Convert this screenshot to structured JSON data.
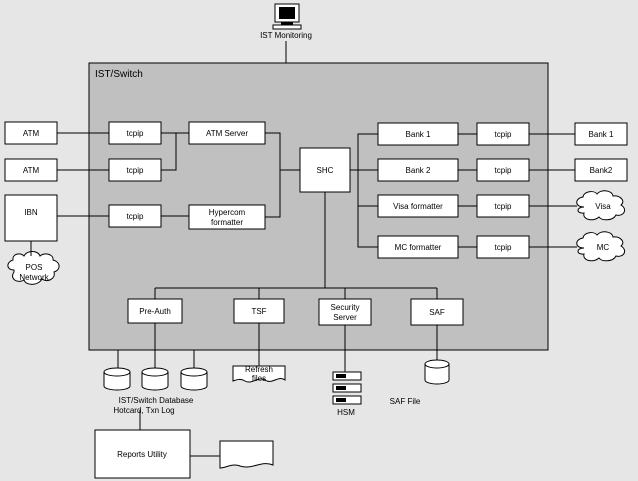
{
  "monitor_label": "IST Monitoring",
  "switch_title": "IST/Switch",
  "left": {
    "atm1": "ATM",
    "atm2": "ATM",
    "ibn": "IBN",
    "pos_network": [
      "POS",
      "Network"
    ]
  },
  "inner": {
    "tcpip_atm1": "tcpip",
    "tcpip_atm2": "tcpip",
    "tcpip_ibn": "tcpip",
    "atm_server": "ATM Server",
    "hypercom": [
      "Hypercom",
      "formatter"
    ],
    "shc": "SHC",
    "bank1": "Bank 1",
    "bank2": "Bank 2",
    "visa_formatter": "Visa formatter",
    "mc_formatter": "MC formatter",
    "tcpip_bank1": "tcpip",
    "tcpip_bank2": "tcpip",
    "tcpip_visa": "tcpip",
    "tcpip_mc": "tcpip",
    "pre_auth": "Pre-Auth",
    "tsf": "TSF",
    "security_server": [
      "Security",
      "Server"
    ],
    "saf": "SAF"
  },
  "right": {
    "bank1": "Bank 1",
    "bank2": "Bank2",
    "visa": "Visa",
    "mc": "MC"
  },
  "bottom": {
    "refresh_files": [
      "Refresh",
      "files"
    ],
    "hsm": "HSM",
    "saf_file": "SAF File",
    "database": [
      "IST/Switch Database",
      "Hotcard, Txn Log"
    ],
    "reports_utility": "Reports Utility"
  }
}
